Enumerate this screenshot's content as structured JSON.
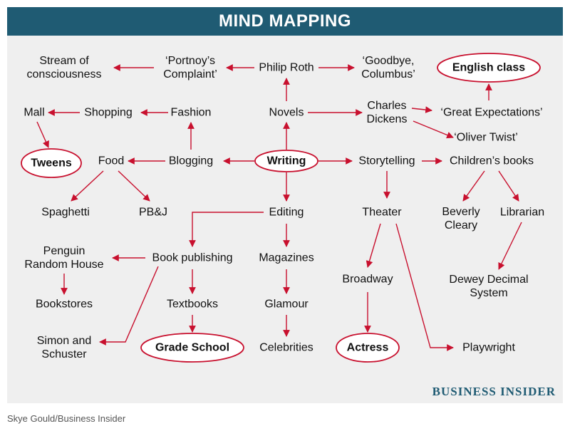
{
  "title": "MIND MAPPING",
  "brand": "BUSINESS INSIDER",
  "credit": "Skye Gould/Business Insider",
  "colors": {
    "header": "#1f5b73",
    "accent": "#c8102e",
    "panel": "#efefef"
  },
  "nodes": {
    "writing": [
      "Writing"
    ],
    "novels": [
      "Novels"
    ],
    "philip_roth": [
      "Philip Roth"
    ],
    "portnoy": [
      "‘Portnoy’s",
      "Complaint’"
    ],
    "stream": [
      "Stream of",
      "consciousness"
    ],
    "goodbye": [
      "‘Goodbye,",
      "Columbus’"
    ],
    "english_class": [
      "English class"
    ],
    "dickens": [
      "Charles",
      "Dickens"
    ],
    "great_expectations": [
      "‘Great Expectations’"
    ],
    "oliver_twist": [
      "‘Oliver Twist’"
    ],
    "blogging": [
      "Blogging"
    ],
    "fashion": [
      "Fashion"
    ],
    "shopping": [
      "Shopping"
    ],
    "mall": [
      "Mall"
    ],
    "tweens": [
      "Tweens"
    ],
    "food": [
      "Food"
    ],
    "spaghetti": [
      "Spaghetti"
    ],
    "pbj": [
      "PB&J"
    ],
    "storytelling": [
      "Storytelling"
    ],
    "childrens_books": [
      "Children’s books"
    ],
    "beverly": [
      "Beverly",
      "Cleary"
    ],
    "librarian": [
      "Librarian"
    ],
    "dewey": [
      "Dewey Decimal",
      "System"
    ],
    "theater": [
      "Theater"
    ],
    "broadway": [
      "Broadway"
    ],
    "actress": [
      "Actress"
    ],
    "playwright": [
      "Playwright"
    ],
    "editing": [
      "Editing"
    ],
    "magazines": [
      "Magazines"
    ],
    "glamour": [
      "Glamour"
    ],
    "celebrities": [
      "Celebrities"
    ],
    "book_publishing": [
      "Book publishing"
    ],
    "penguin": [
      "Penguin",
      "Random House"
    ],
    "bookstores": [
      "Bookstores"
    ],
    "simon": [
      "Simon and",
      "Schuster"
    ],
    "textbooks": [
      "Textbooks"
    ],
    "grade_school": [
      "Grade School"
    ]
  }
}
